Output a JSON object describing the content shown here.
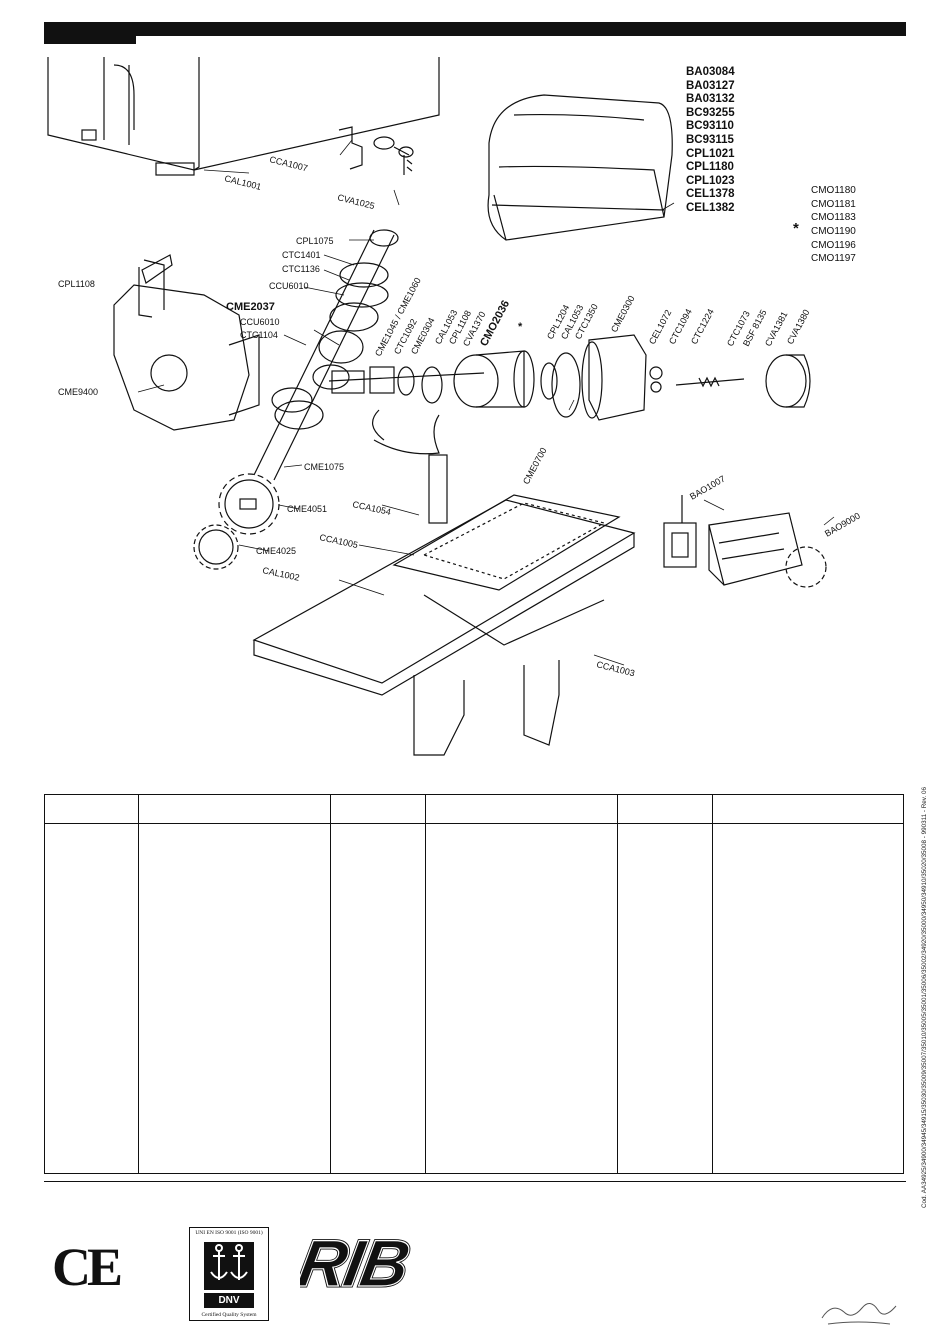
{
  "diagram": {
    "callouts": {
      "cca1007": "CCA1007",
      "cal1001": "CAL1001",
      "cva1025": "CVA1025",
      "cpl1075": "CPL1075",
      "ctc1401": "CTC1401",
      "ctc1136": "CTC1136",
      "ccu6010a": "CCU6010",
      "cpl1108": "CPL1108",
      "cme2037": "CME2037",
      "ccu6010b": "CCU6010",
      "ctc1104": "CTC1104",
      "cme9400": "CME9400",
      "cme1075": "CME1075",
      "cme4051": "CME4051",
      "cme4025": "CME4025",
      "cme1045": "CME1045 / CME1060",
      "ctc1092": "CTC1092",
      "cme0304": "CME0304",
      "cal1053a": "CAL1053",
      "cpl1108b": "CPL1108",
      "cva1370": "CVA1370",
      "cmo2036": "CMO2036",
      "cpl1204": "CPL1204",
      "cal1053b": "CAL1053",
      "ctc1350": "CTC1350",
      "cme0300": "CME0300",
      "cme0700": "CME0700",
      "cel1072": "CEL1072",
      "ctc1094": "CTC1094",
      "ctc1224": "CTC1224",
      "ctc1073": "CTC1073",
      "bsf8135": "BSF 8135",
      "cva1381": "CVA1381",
      "cva1380": "CVA1380",
      "cca1054": "CCA1054",
      "cca1005": "CCA1005",
      "cal1002": "CAL1002",
      "cca1003": "CCA1003",
      "bao1007": "BAO1007",
      "bao9000": "BAO9000",
      "star": "*"
    },
    "part_list": [
      "BA03084",
      "BA03127",
      "BA03132",
      "BC93255",
      "BC93110",
      "BC93115",
      "CPL1021",
      "CPL1180",
      "CPL1023",
      "CEL1378",
      "CEL1382"
    ],
    "cmo_list": [
      "CMO1180",
      "CMO1181",
      "CMO1183",
      "CMO1190",
      "CMO1196",
      "CMO1197"
    ],
    "cmo_star": "*"
  },
  "footer": {
    "ce_mark": "CE",
    "cert_top": "UNI EN ISO 9001 (ISO 9001)",
    "cert_dnv": "DNV",
    "cert_bottom": "Certified Quality System",
    "logo_text": "RIB",
    "side_code": "Cod. AA34925/34900/34945/34915/35030/35009/35007/35010/35005/35001/35006/35002/34920/35000/34950/34910/35020/35008 - 990311 - Rev. 06"
  }
}
